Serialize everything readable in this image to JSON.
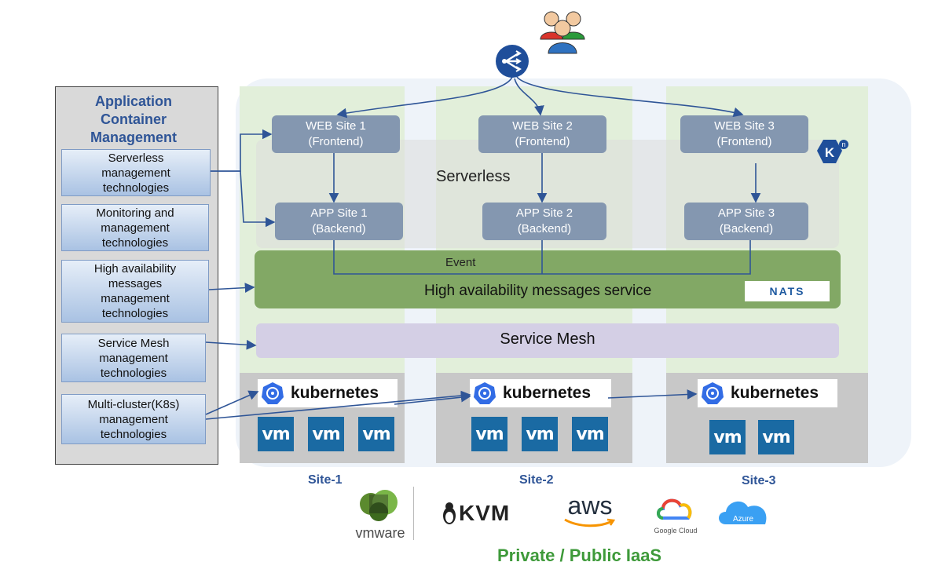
{
  "left_panel": {
    "title_lines": [
      "Application",
      "Container",
      "Management"
    ],
    "items": [
      {
        "lines": [
          "Serverless",
          "management",
          "technologies"
        ]
      },
      {
        "lines": [
          "Monitoring and",
          "management",
          "technologies"
        ]
      },
      {
        "lines": [
          "High availability",
          "messages",
          "management",
          "technologies"
        ]
      },
      {
        "lines": [
          "Service Mesh",
          "management",
          "technologies"
        ]
      },
      {
        "lines": [
          "Multi-cluster(K8s)",
          "management",
          "technologies"
        ]
      }
    ]
  },
  "web_sites": [
    {
      "line1": "WEB Site  1",
      "line2": "(Frontend)"
    },
    {
      "line1": "WEB Site 2",
      "line2": "(Frontend)"
    },
    {
      "line1": "WEB Site 3",
      "line2": "(Frontend)"
    }
  ],
  "app_sites": [
    {
      "line1": "APP Site 1",
      "line2": "(Backend)"
    },
    {
      "line1": "APP Site 2",
      "line2": "(Backend)"
    },
    {
      "line1": "APP Site 3",
      "line2": "(Backend)"
    }
  ],
  "serverless_label": "Serverless",
  "event_label": "Event",
  "messages_label": "High availability messages service",
  "nats_label": "NATS",
  "knative_badge": "K",
  "service_mesh_label": "Service Mesh",
  "kubernetes_label": "kubernetes",
  "vm_label": "vm",
  "sites": [
    "Site-1",
    "Site-2",
    "Site-3"
  ],
  "providers": {
    "vmware": "vmware",
    "kvm": "KVM",
    "aws": "aws",
    "google": "Google Cloud",
    "azure": "Azure"
  },
  "iaas_label": "Private / Public  IaaS",
  "colors": {
    "node": "#8497b0",
    "event_bar": "#82a865",
    "service_mesh": "#d4cfe5",
    "arrow": "#2f5597",
    "vm": "#1a6aa3",
    "site_label": "#2f5597",
    "iaas_label": "#3e9a3a"
  },
  "icons": [
    "users-icon",
    "load-balancer-icon",
    "knative-icon",
    "kubernetes-icon",
    "vm-icon"
  ]
}
